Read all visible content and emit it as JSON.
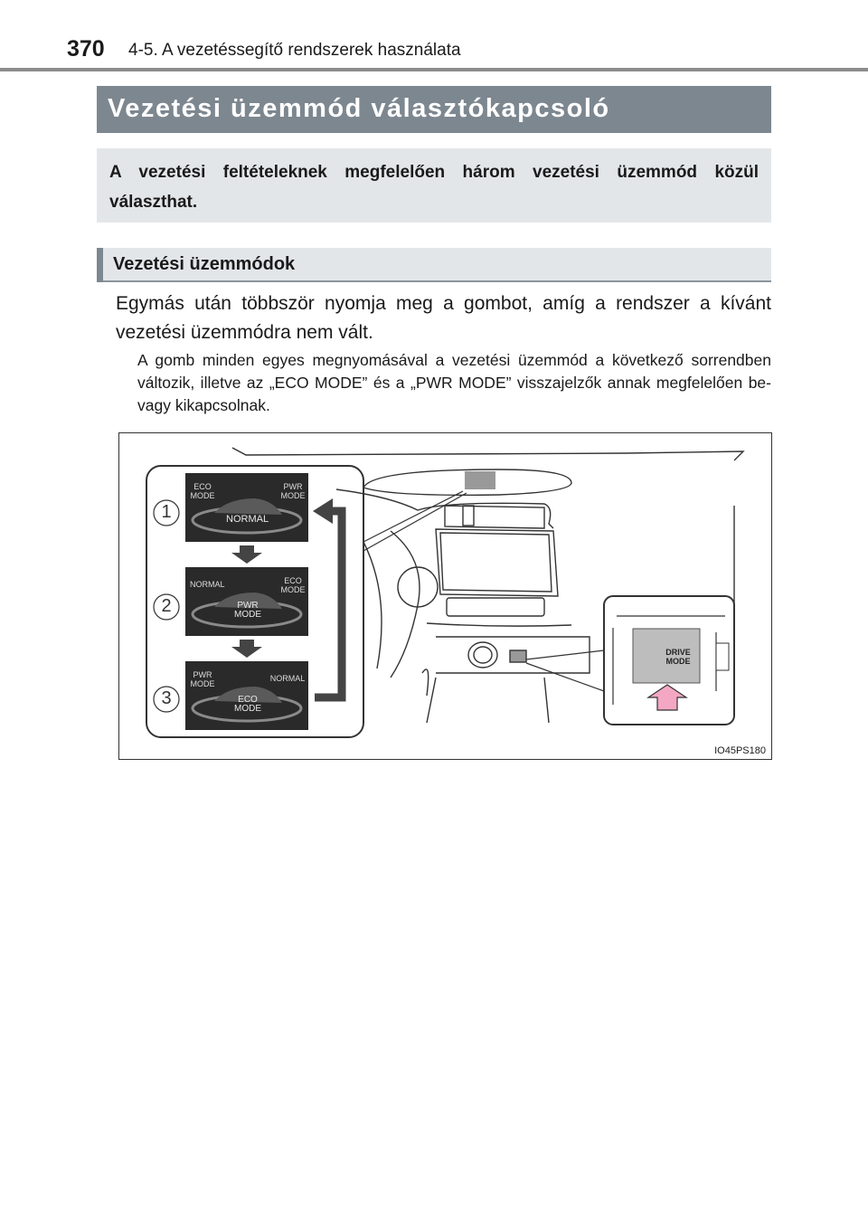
{
  "header": {
    "page_number": "370",
    "section": "4-5. A vezetéssegítő rendszerek használata"
  },
  "title": "Vezetési üzemmód választókapcsoló",
  "intro": "A vezetési feltételeknek megfelelően három vezetési üzemmód közül választhat.",
  "subsection": {
    "heading": "Vezetési üzemmódok",
    "body": "Egymás után többször nyomja meg a gombot, amíg a rendszer a kívánt vezetési üzemmódra nem vált.",
    "note": "A gomb minden egyes megnyomásával a vezetési üzemmód a következő sorrendben változik, illetve az „ECO MODE” és a „PWR MODE” visszajelzők annak megfelelően be- vagy kikapcsolnak."
  },
  "figure": {
    "code": "IO45PS180",
    "steps": [
      {
        "number": "1",
        "center_label": "NORMAL",
        "corner_left": "ECO\nMODE",
        "corner_right": "PWR\nMODE"
      },
      {
        "number": "2",
        "center_label": "PWR\nMODE",
        "corner_left": "NORMAL",
        "corner_right": "ECO\nMODE"
      },
      {
        "number": "3",
        "center_label": "ECO\nMODE",
        "corner_left": "PWR\nMODE",
        "corner_right": "NORMAL"
      }
    ],
    "button": {
      "line1": "DRIVE",
      "line2": "MODE"
    }
  }
}
